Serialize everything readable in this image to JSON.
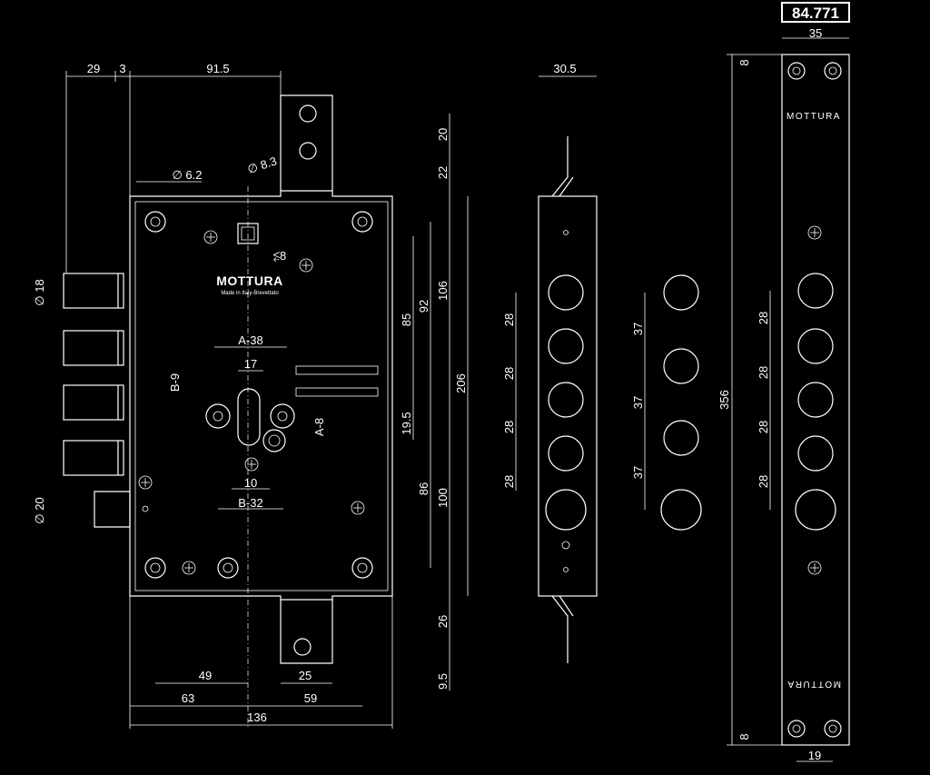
{
  "model_code": "84.771",
  "brand": "MOTTURA",
  "made_in": "Made in Italy-Brevettato",
  "faceplate": {
    "brand_top": "MOTTURA",
    "brand_bottom": "MOTTURA",
    "width": "35",
    "width_bottom": "19",
    "length": "356",
    "top_offset": "8",
    "bottom_offset": "8",
    "bolt_spacing": [
      "28",
      "28",
      "28",
      "28"
    ]
  },
  "lock_body": {
    "dims_top": [
      "29",
      "3",
      "91.5"
    ],
    "hole_top": "∅ 6.2",
    "hole_hook": "∅ 8.3",
    "square": "⥶8",
    "bolt_diameter": "∅ 18",
    "bolt_bottom": "∅ 20",
    "A38": "A-38",
    "d17": "17",
    "B9": "B-9",
    "A8": "A-8",
    "d10": "10",
    "B32": "B-32",
    "dims_bottom": [
      "49",
      "25",
      "63",
      "59",
      "136"
    ],
    "vertical_dims": [
      "20",
      "22",
      "85",
      "92",
      "106",
      "206",
      "19.5",
      "86",
      "100",
      "26",
      "9.5"
    ]
  },
  "side_view": {
    "depth": "30.5",
    "bolt_spacing": [
      "28",
      "28",
      "28",
      "28"
    ]
  },
  "bolt_column": {
    "spacing": [
      "37",
      "37",
      "37"
    ]
  },
  "equal_marks": "= ="
}
